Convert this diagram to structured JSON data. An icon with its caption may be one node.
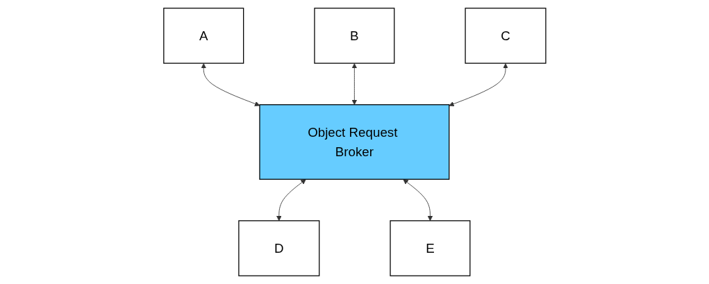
{
  "diagram": {
    "nodes": [
      {
        "text": [
          "A"
        ]
      },
      {
        "text": [
          "B"
        ]
      },
      {
        "text": [
          "C"
        ]
      },
      {
        "text": [
          "Object Request Broker"
        ]
      },
      {
        "text": [
          "D"
        ]
      },
      {
        "text": [
          "E"
        ]
      }
    ],
    "edges": [
      {
        "from": 0,
        "to": 3,
        "arrow": "both"
      },
      {
        "from": 1,
        "to": 3,
        "arrow": "both"
      },
      {
        "from": 2,
        "to": 3,
        "arrow": "both"
      },
      {
        "from": 3,
        "to": 4,
        "arrow": "both"
      },
      {
        "from": 3,
        "to": 5,
        "arrow": "both"
      }
    ]
  }
}
